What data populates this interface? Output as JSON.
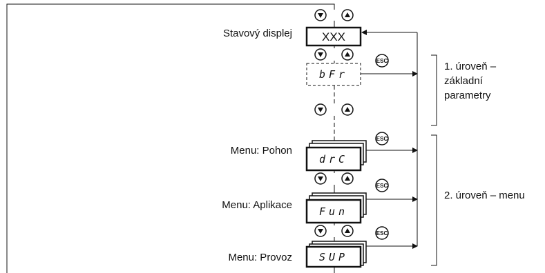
{
  "labels": {
    "status_display": "Stavový displej",
    "menu_drive": "Menu: Pohon",
    "menu_application": "Menu: Aplikace",
    "menu_operation": "Menu: Provoz",
    "level1_line1": "1. úroveň –",
    "level1_line2": "základní",
    "level1_line3": "parametry",
    "level2": "2. úroveň – menu"
  },
  "displays": {
    "status": "XXX",
    "basic": "bFr",
    "drive": "drC",
    "application": "Fun",
    "operation": "SUP"
  },
  "esc_label": "ESC",
  "icons": [
    "down-arrow-button-icon",
    "up-arrow-button-icon",
    "esc-button-icon"
  ]
}
